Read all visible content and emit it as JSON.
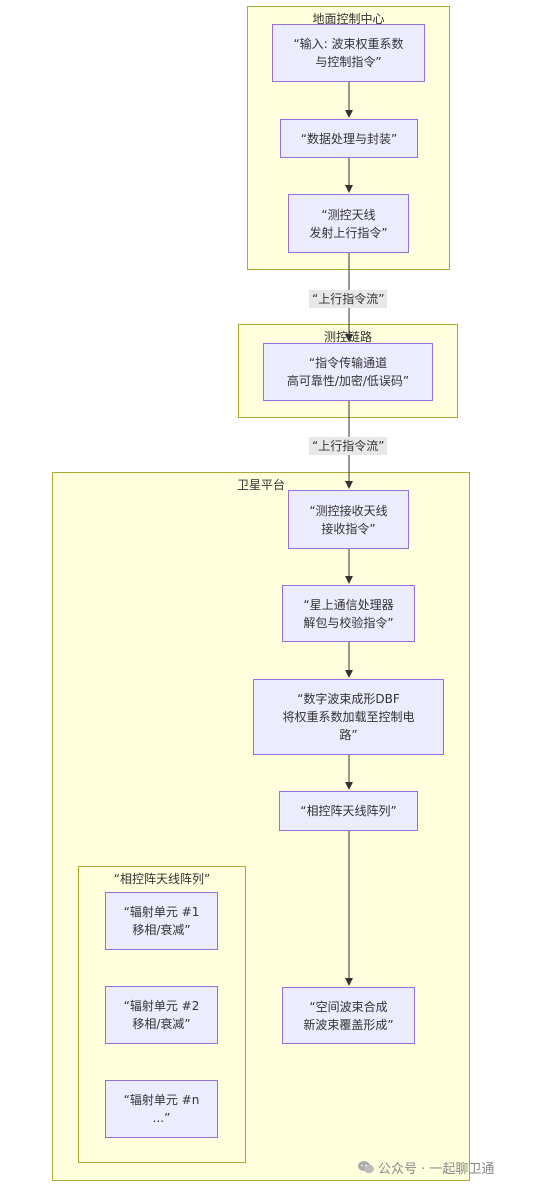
{
  "clusters": {
    "ground": "地面控制中心",
    "link": "测控链路",
    "satellite": "卫星平台",
    "array": "“相控阵天线阵列”"
  },
  "nodes": {
    "input": "“输入: 波束权重系数\n与控制指令”",
    "process": "“数据处理与封装”",
    "tt_antenna": "“测控天线\n发射上行指令”",
    "channel": "“指令传输通道\n高可靠性/加密/低误码”",
    "rx_antenna": "“测控接收天线\n接收指令”",
    "onboard": "“星上通信处理器\n解包与校验指令”",
    "dbf": "“数字波束成形DBF\n将权重系数加载至控制电\n路”",
    "phased_array": "“相控阵天线阵列”",
    "beam": "“空间波束合成\n新波束覆盖形成”",
    "elem1": "“辐射单元 #1\n移相/衰减”",
    "elem2": "“辐射单元 #2\n移相/衰减”",
    "elemn": "“辐射单元 #n\n...”"
  },
  "edge_labels": {
    "uplink1": "“上行指令流”",
    "uplink2": "“上行指令流”"
  },
  "watermark": "公众号 · 一起聊卫通"
}
